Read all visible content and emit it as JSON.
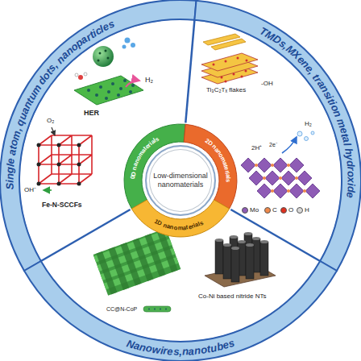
{
  "diagram": {
    "nodes": [
      {
        "text": [
          "Low-dimensional nanomaterials"
        ]
      },
      {
        "text": [
          "0D nanomaterials"
        ]
      },
      {
        "text": [
          "2D nanomaterials"
        ]
      },
      {
        "text": [
          "1D nanomaterials"
        ]
      },
      {
        "text": [
          "Single atom, quantum dots, nanoparticles"
        ]
      },
      {
        "text": [
          "TMDs,MXene, transition metal hydroxide"
        ]
      },
      {
        "text": [
          "Nanowires,nanotubes"
        ]
      }
    ],
    "labels": [
      "HER",
      "H₂",
      "O₂",
      "OH⁻",
      "Fe-N-SCCFs",
      "Ti₃C₂Tₓ flakes",
      "-OH",
      "H₂",
      "2H⁺",
      "2e⁻",
      "CC@N-CoP",
      "Co-Ni based nitride NTs"
    ],
    "legend": [
      {
        "text": "Mo",
        "color": "#8e5bb5"
      },
      {
        "text": "C",
        "color": "#f08a4b"
      },
      {
        "text": "O",
        "color": "#e0301e"
      },
      {
        "text": "H",
        "color": "#d9d9d9"
      }
    ]
  }
}
